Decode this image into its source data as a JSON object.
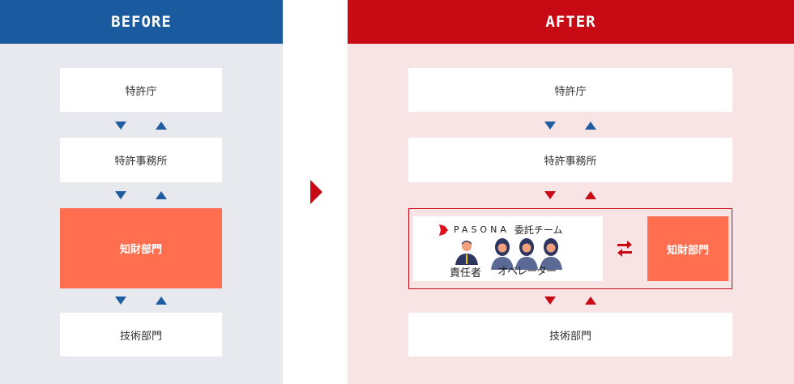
{
  "before": {
    "header": "BEFORE",
    "boxes": [
      "特許庁",
      "特許事務所",
      "知財部門",
      "技術部門"
    ]
  },
  "after": {
    "header": "AFTER",
    "boxes": [
      "特許庁",
      "特許事務所",
      "技術部門"
    ],
    "team": {
      "brand": "PASONA",
      "title": "委託チーム",
      "manager": "責任者",
      "operators": "オペレーター"
    },
    "partner": "知財部門"
  },
  "colors": {
    "blue": "#1a5a9e",
    "red": "#c80a14",
    "orange": "#ff6e4e"
  }
}
